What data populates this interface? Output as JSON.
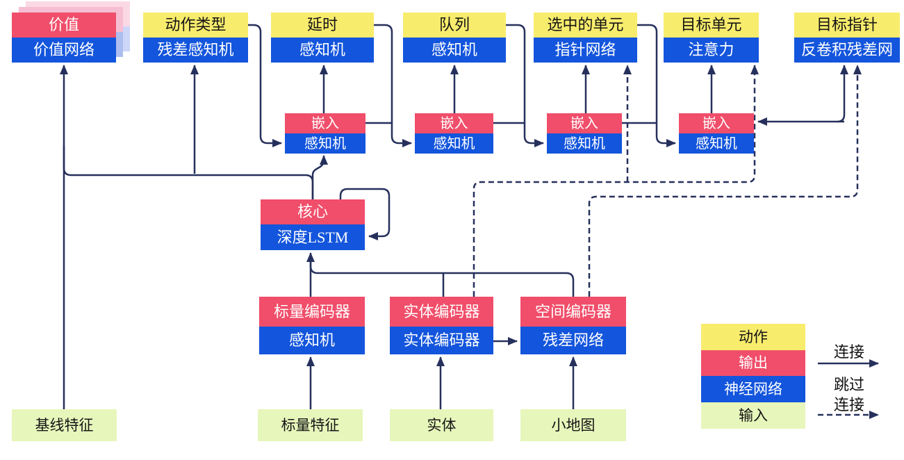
{
  "nodes": {
    "value": {
      "top": "价值",
      "bottom": "价值网络"
    },
    "action_type": {
      "top": "动作类型",
      "bottom": "残差感知机"
    },
    "delay": {
      "top": "延时",
      "bottom": "感知机"
    },
    "queue": {
      "top": "队列",
      "bottom": "感知机"
    },
    "selected_units": {
      "top": "选中的单元",
      "bottom": "指针网络"
    },
    "target_unit": {
      "top": "目标单元",
      "bottom": "注意力"
    },
    "target_point": {
      "top": "目标指针",
      "bottom": "反卷积残差网"
    },
    "embed1": {
      "top": "嵌入",
      "bottom": "感知机"
    },
    "embed2": {
      "top": "嵌入",
      "bottom": "感知机"
    },
    "embed3": {
      "top": "嵌入",
      "bottom": "感知机"
    },
    "embed4": {
      "top": "嵌入",
      "bottom": "感知机"
    },
    "core": {
      "top": "核心",
      "bottom": "深度LSTM"
    },
    "scalar_encoder": {
      "top": "标量编码器",
      "bottom": "感知机"
    },
    "entity_encoder": {
      "top": "实体编码器",
      "bottom": "实体编码器"
    },
    "spatial_encoder": {
      "top": "空间编码器",
      "bottom": "残差网络"
    },
    "input_baseline": {
      "label": "基线特征"
    },
    "input_scalar": {
      "label": "标量特征"
    },
    "input_entity": {
      "label": "实体"
    },
    "input_minimap": {
      "label": "小地图"
    }
  },
  "legend": {
    "action": "动作",
    "output": "输出",
    "network": "神经网络",
    "input": "输入",
    "solid_arrow_label": "连接",
    "dashed_arrow_label_line1": "跳过",
    "dashed_arrow_label_line2": "连接"
  },
  "colors": {
    "action_yellow": "#f8ec6d",
    "output_red": "#f04e6a",
    "network_blue": "#1355dc",
    "input_green": "#e7f6bb",
    "edge_navy": "#26305c"
  }
}
